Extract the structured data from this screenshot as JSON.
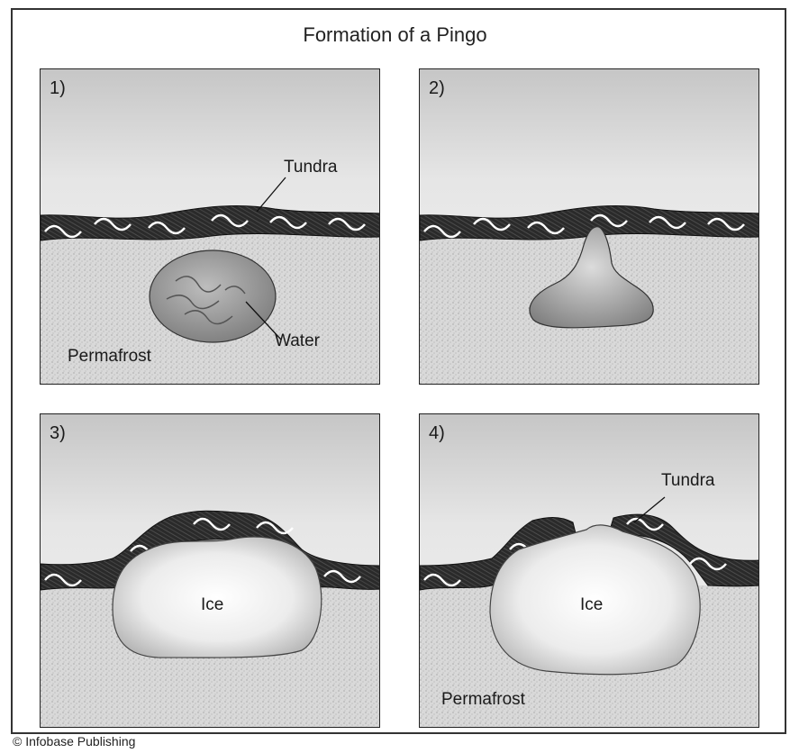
{
  "title": "Formation of a Pingo",
  "panels": [
    {
      "number": "1)",
      "labels": {
        "tundra": "Tundra",
        "water": "Water",
        "permafrost": "Permafrost"
      }
    },
    {
      "number": "2)"
    },
    {
      "number": "3)",
      "labels": {
        "ice": "Ice"
      }
    },
    {
      "number": "4)",
      "labels": {
        "tundra": "Tundra",
        "ice": "Ice",
        "permafrost": "Permafrost"
      }
    }
  ],
  "copyright": "© Infobase Publishing",
  "colors": {
    "sky_top": "#c9c9c9",
    "sky_bottom": "#f2f2f2",
    "tundra": "#2b2b2b",
    "permafrost": "#d8d8d8",
    "ice": "#f4f4f4",
    "water": "#8a8a8a"
  }
}
